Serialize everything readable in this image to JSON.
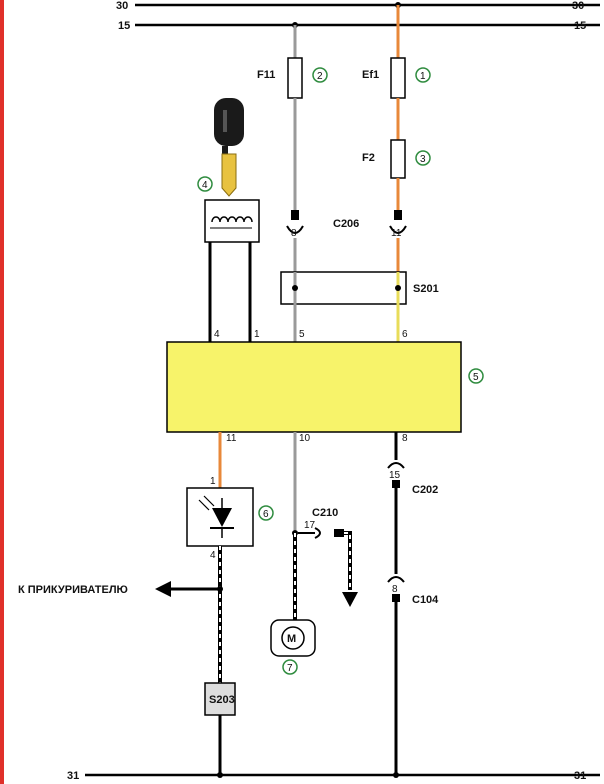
{
  "rails": {
    "r30_left": "30",
    "r30_right": "30",
    "r15_left": "15",
    "r15_right": "15",
    "r31_left": "31",
    "r31_right": "31"
  },
  "fuses": [
    {
      "circle": "2",
      "label": "F11"
    },
    {
      "circle": "1",
      "label": "Ef1"
    },
    {
      "circle": "3",
      "label": "F2"
    }
  ],
  "connectors": {
    "c206": {
      "label": "C206",
      "pin_left": "8",
      "pin_right": "11"
    },
    "s201": {
      "label": "S201"
    },
    "c202": {
      "label": "C202",
      "pin": "15"
    },
    "c104": {
      "label": "C104",
      "pin": "8"
    },
    "c210": {
      "label": "C210",
      "pin": "17"
    },
    "s203": {
      "label": "S203"
    }
  },
  "module": {
    "circle": "5",
    "top_pins": [
      "4",
      "1",
      "5",
      "6"
    ],
    "bottom_pins": [
      "11",
      "10",
      "8"
    ]
  },
  "key": {
    "circle": "4"
  },
  "sensor": {
    "circle": "6",
    "pin_top": "1",
    "pin_bottom": "4"
  },
  "motor": {
    "circle": "7",
    "symbol": "M"
  },
  "arrow_label": "К ПРИКУРИВАТЕЛЮ",
  "colors": {
    "module_fill": "#f7f36a",
    "wire_orange": "#e8883a",
    "wire_yellow": "#e8dc5a",
    "wire_gray": "#9a9a9a",
    "border_red": "#e0302a",
    "circle_green": "#2e8b3e"
  }
}
